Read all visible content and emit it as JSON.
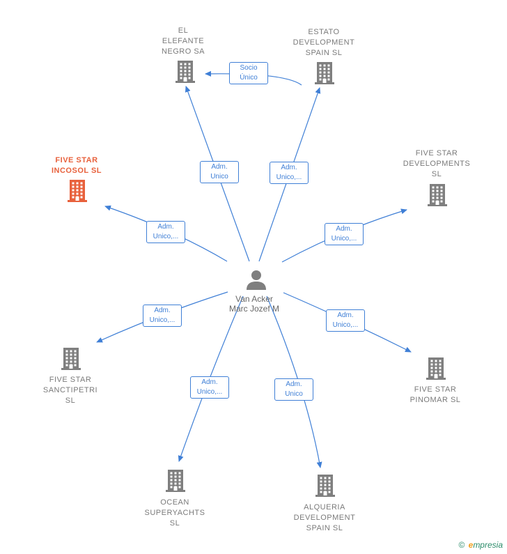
{
  "center": {
    "name": "Van Acker\nMarc Jozef M"
  },
  "nodes": [
    {
      "id": "el-elefante",
      "label": "EL\nELEFANTE\nNEGRO SA",
      "highlight": false
    },
    {
      "id": "estato",
      "label": "ESTATO\nDEVELOPMENT\nSPAIN  SL",
      "highlight": false
    },
    {
      "id": "five-star-incosol",
      "label": "FIVE STAR\nINCOSOL  SL",
      "highlight": true
    },
    {
      "id": "five-star-developments",
      "label": "FIVE STAR\nDEVELOPMENTS\nSL",
      "highlight": false
    },
    {
      "id": "five-star-sanctipetri",
      "label": "FIVE STAR\nSANCTIPETRI\nSL",
      "highlight": false
    },
    {
      "id": "five-star-pinomar",
      "label": "FIVE STAR\nPINOMAR  SL",
      "highlight": false
    },
    {
      "id": "ocean-superyachts",
      "label": "OCEAN\nSUPERYACHTS\nSL",
      "highlight": false
    },
    {
      "id": "alqueria",
      "label": "ALQUERIA\nDEVELOPMENT\nSPAIN  SL",
      "highlight": false
    }
  ],
  "edges": [
    {
      "from": "center",
      "to": "el-elefante",
      "label": "Adm.\nUnico"
    },
    {
      "from": "center",
      "to": "estato",
      "label": "Adm.\nUnico,..."
    },
    {
      "from": "estato",
      "to": "el-elefante",
      "label": "Socio\nÚnico"
    },
    {
      "from": "center",
      "to": "five-star-incosol",
      "label": "Adm.\nUnico,..."
    },
    {
      "from": "center",
      "to": "five-star-developments",
      "label": "Adm.\nUnico,..."
    },
    {
      "from": "center",
      "to": "five-star-sanctipetri",
      "label": "Adm.\nUnico,..."
    },
    {
      "from": "center",
      "to": "five-star-pinomar",
      "label": "Adm.\nUnico,..."
    },
    {
      "from": "center",
      "to": "ocean-superyachts",
      "label": "Adm.\nUnico,..."
    },
    {
      "from": "center",
      "to": "alqueria",
      "label": "Adm.\nUnico"
    }
  ],
  "colors": {
    "edge": "#3f7fd6",
    "building": "#7f7f7f",
    "highlight": "#e8613c",
    "person": "#7f7f7f"
  },
  "footer": {
    "copyright": "©",
    "brand_initial": "e",
    "brand_rest": "mpresia"
  }
}
